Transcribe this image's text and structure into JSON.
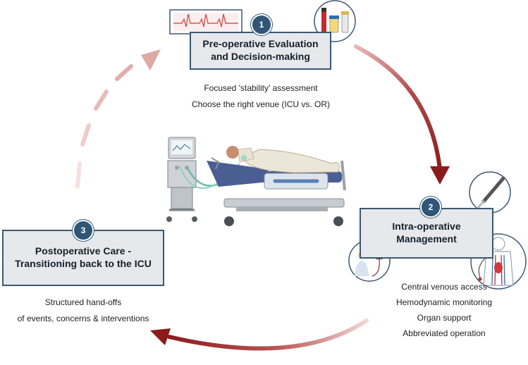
{
  "colors": {
    "box_border": "#3b5871",
    "box_fill": "#e6e8ec",
    "badge": "#2f5677",
    "arrow_dark": "#8b1a1a",
    "arrow_light": "#e8b9b6"
  },
  "icons": [
    "ecg-monitor-icon",
    "lab-tubes-icon",
    "scalpel-icon",
    "iv-bag-patient-icon",
    "vascular-access-icon",
    "icu-bed-ventilator-icon"
  ],
  "steps": [
    {
      "number": "1",
      "title_lines": [
        "Pre-operative Evaluation",
        "and Decision-making"
      ],
      "notes": [
        "Focused 'stability' assessment",
        "Choose the right venue (ICU vs. OR)"
      ]
    },
    {
      "number": "2",
      "title_lines": [
        "Intra-operative",
        "Management"
      ],
      "notes": [
        "Central venous access",
        "Hemodynamic monitoring",
        "Organ support",
        "Abbreviated operation"
      ]
    },
    {
      "number": "3",
      "title_lines": [
        "Postoperative Care -",
        "Transitioning back to the ICU"
      ],
      "notes": [
        "Structured hand-offs",
        "of events, concerns & interventions"
      ]
    }
  ]
}
